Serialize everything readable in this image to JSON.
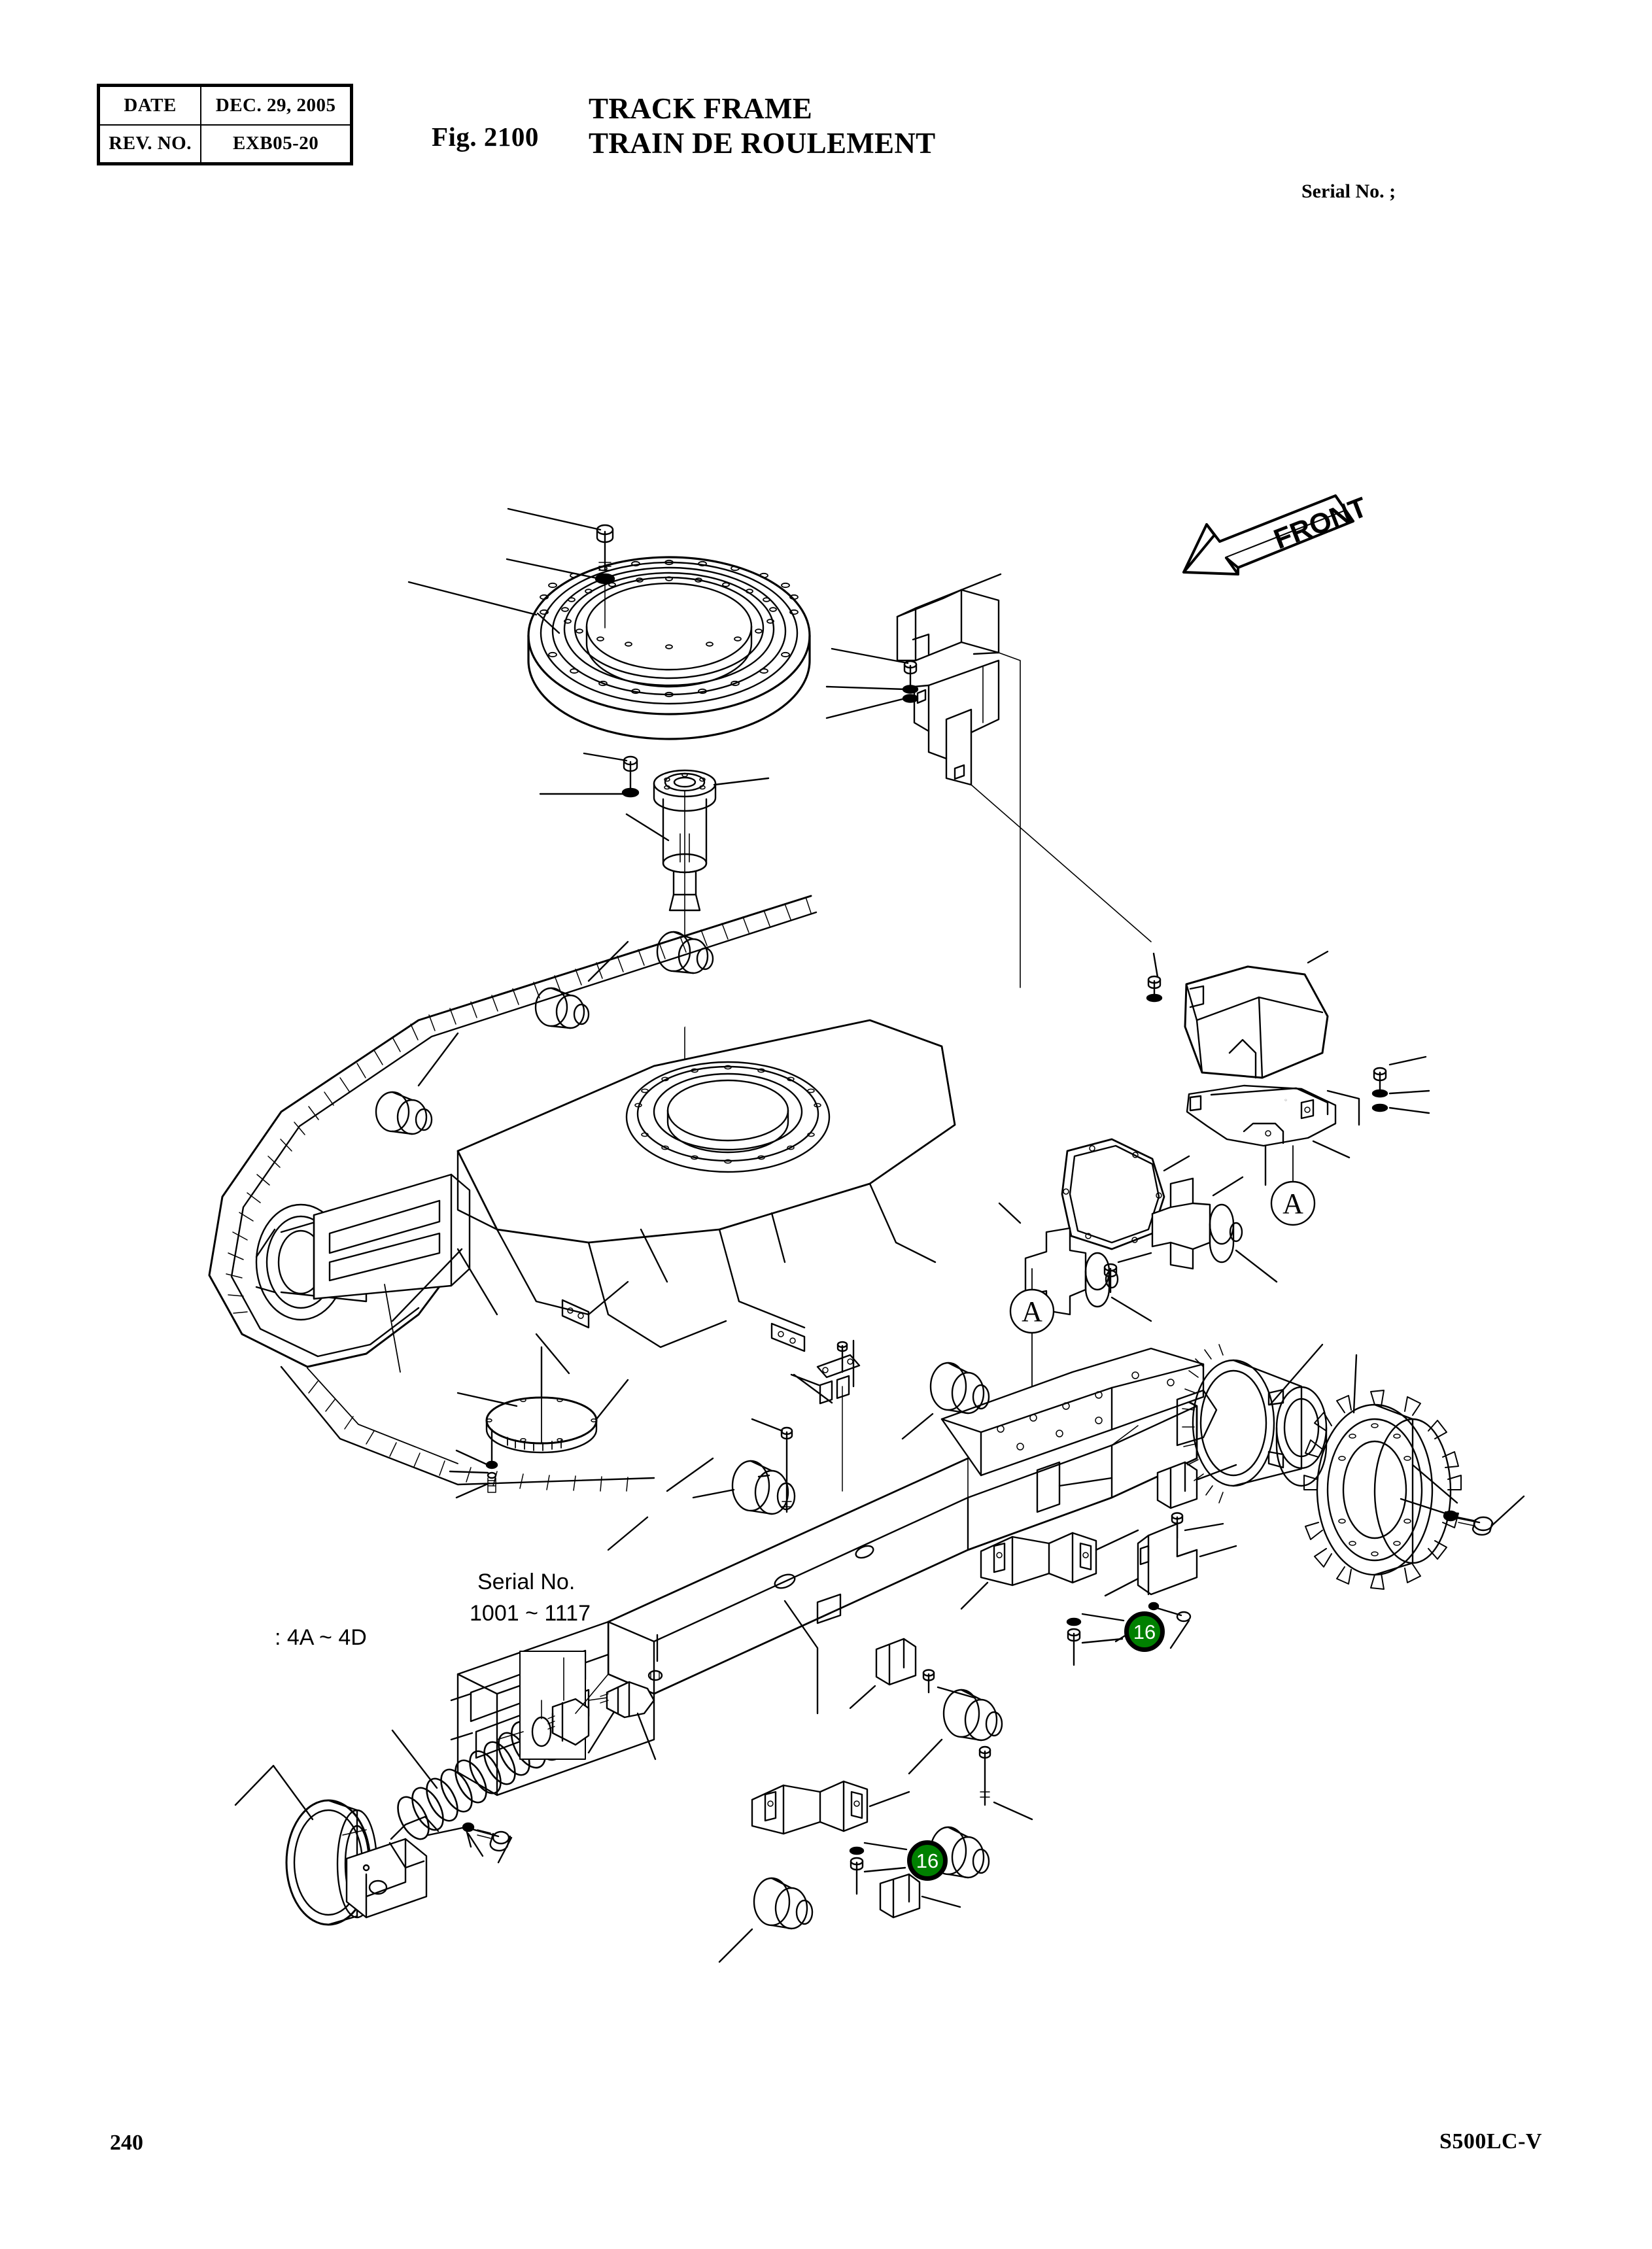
{
  "header": {
    "rows": [
      {
        "key": "DATE",
        "value": "DEC. 29, 2005"
      },
      {
        "key": "REV. NO.",
        "value": "EXB05-20"
      }
    ]
  },
  "title": {
    "figure_number": "Fig. 2100",
    "name_en": "TRACK FRAME",
    "name_fr": "TRAIN DE ROULEMENT",
    "serial_no": "Serial No. ;"
  },
  "footer": {
    "page_number": "240",
    "model": "S500LC-V"
  },
  "annotations": {
    "variant_range": ": 4A ~ 4D",
    "serial_label": "Serial No.",
    "serial_range": "1001 ~ 1117",
    "front_arrow": "FRONT",
    "detail_marker_a": "A"
  },
  "callouts": [
    {
      "id": "badge-1",
      "label": "16"
    },
    {
      "id": "badge-2",
      "label": "16"
    }
  ],
  "colors": {
    "callout_fill": "#008000",
    "callout_text": "#ffffff",
    "callout_border": "#000000",
    "line": "#000000",
    "background": "#ffffff"
  }
}
